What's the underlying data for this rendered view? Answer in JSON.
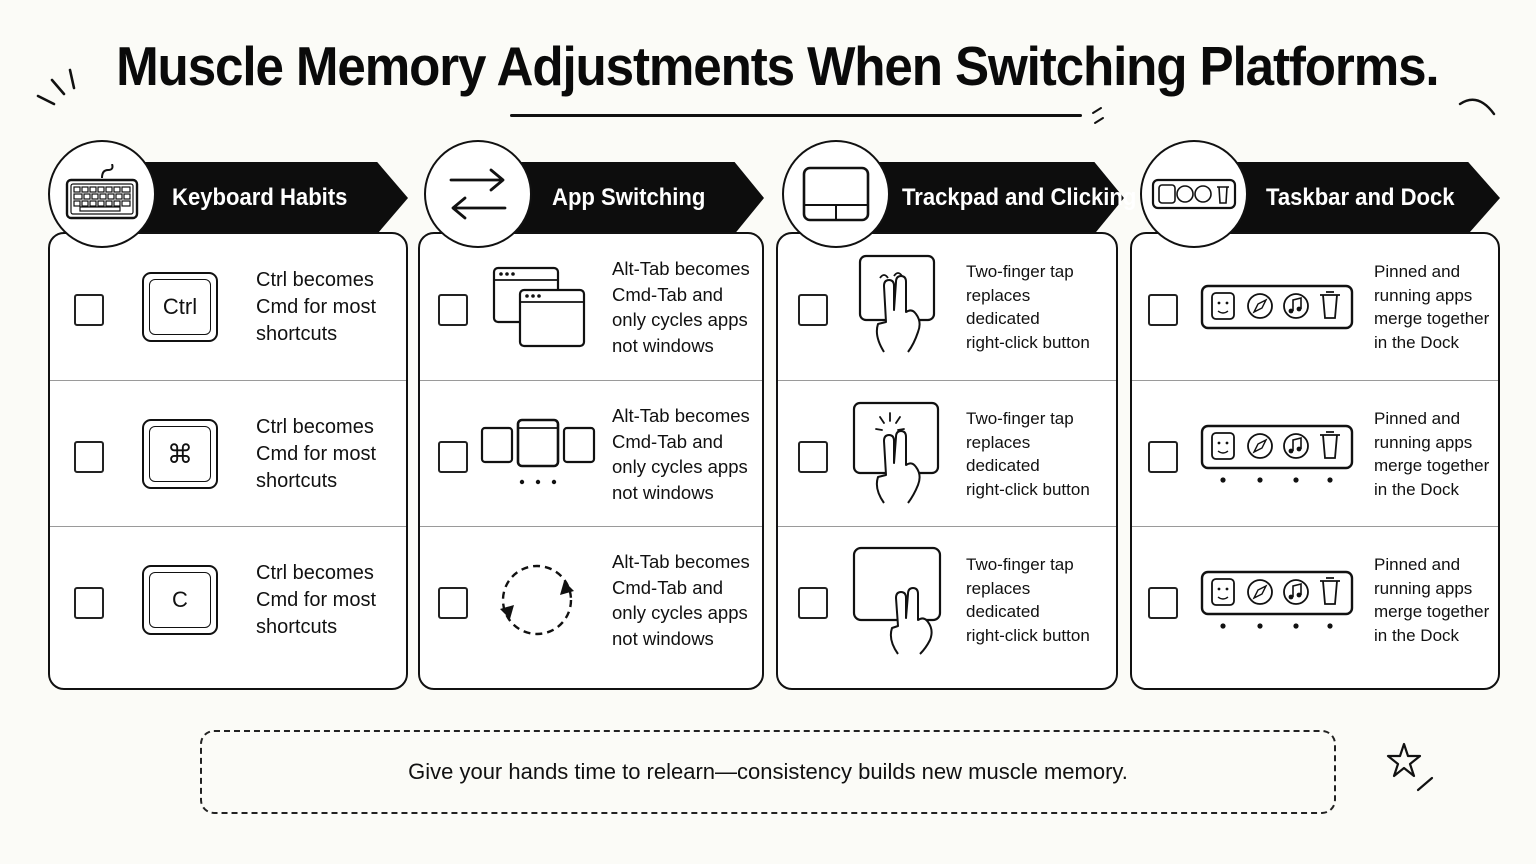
{
  "title": "Muscle Memory Adjustments When Switching Platforms.",
  "columns": [
    {
      "title": "Keyboard Habits",
      "header_icon": "keyboard-icon",
      "rows": [
        {
          "key_label": "Ctrl",
          "illustration": "ctrl-key-icon",
          "text": "Ctrl becomes\nCmd for most\nshortcuts"
        },
        {
          "key_label": "⌘",
          "illustration": "command-key-icon",
          "text": "Ctrl becomes\nCmd for most\nshortcuts"
        },
        {
          "key_label": "C",
          "illustration": "c-key-icon",
          "text": "Ctrl becomes\nCmd for most\nshortcuts"
        }
      ]
    },
    {
      "title": "App Switching",
      "header_icon": "switch-arrows-icon",
      "rows": [
        {
          "illustration": "stacked-windows-icon",
          "text": "Alt-Tab becomes\nCmd-Tab and\nonly cycles apps\nnot windows"
        },
        {
          "illustration": "app-switcher-icon",
          "text": "Alt-Tab becomes\nCmd-Tab and\nonly cycles apps\nnot windows"
        },
        {
          "illustration": "cycle-arrows-icon",
          "text": "Alt-Tab becomes\nCmd-Tab and\nonly cycles apps\nnot windows"
        }
      ]
    },
    {
      "title": "Trackpad and Clicking",
      "header_icon": "trackpad-icon",
      "rows": [
        {
          "illustration": "two-finger-tap-icon",
          "text": "Two-finger tap\nreplaces\ndedicated\nright-click button"
        },
        {
          "illustration": "two-finger-click-icon",
          "text": "Two-finger tap\nreplaces\ndedicated\nright-click button"
        },
        {
          "illustration": "two-finger-press-icon",
          "text": "Two-finger tap\nreplaces\ndedicated\nright-click button"
        }
      ]
    },
    {
      "title": "Taskbar and Dock",
      "header_icon": "dock-icon",
      "rows": [
        {
          "illustration": "dock-apps-icon",
          "text": "Pinned and\nrunning apps\nmerge together\nin the Dock"
        },
        {
          "illustration": "dock-running-icon",
          "text": "Pinned and\nrunning apps\nmerge together\nin the Dock"
        },
        {
          "illustration": "dock-running-icon",
          "text": "Pinned and\nrunning apps\nmerge together\nin the Dock"
        }
      ]
    }
  ],
  "footer": "Give your hands time to relearn—consistency builds new muscle memory."
}
